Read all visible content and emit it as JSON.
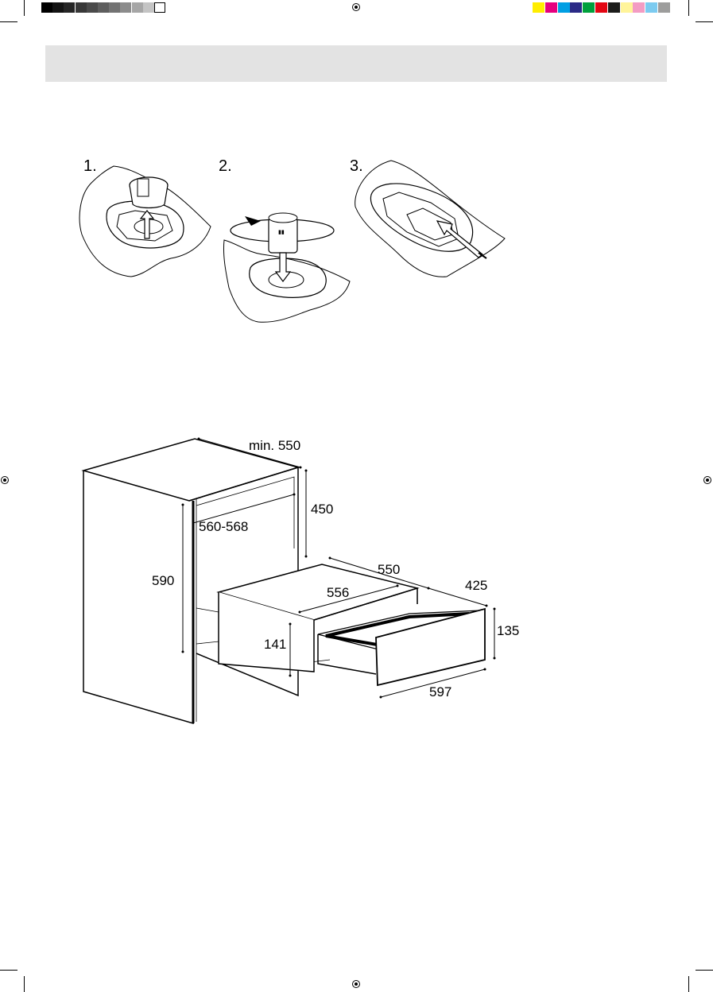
{
  "print_marks": {
    "gray_swatches": [
      "#000000",
      "#141414",
      "#262626",
      "#383838",
      "#4a4a4a",
      "#5e5e5e",
      "#737373",
      "#8c8c8c",
      "#a6a6a6",
      "#c4c4c4",
      "#ffffff"
    ],
    "color_swatches": [
      "#ffed00",
      "#e5007e",
      "#009fe3",
      "#2b2a86",
      "#00a03c",
      "#e30613",
      "#1d1d1b",
      "#fff49a",
      "#f39cc3",
      "#7ccbf0",
      "#9d9d9c"
    ]
  },
  "install_steps": [
    {
      "label": "1."
    },
    {
      "label": "2."
    },
    {
      "label": "3."
    }
  ],
  "dimensions": {
    "cabinet_depth": "min. 550",
    "cabinet_height_upper": "450",
    "niche_width": "560-568",
    "niche_height": "590",
    "drawer_depth": "550",
    "drawer_inner_width": "556",
    "drawer_front_depth": "425",
    "drawer_front_height": "135",
    "drawer_niche_height": "141",
    "drawer_front_width": "597"
  }
}
